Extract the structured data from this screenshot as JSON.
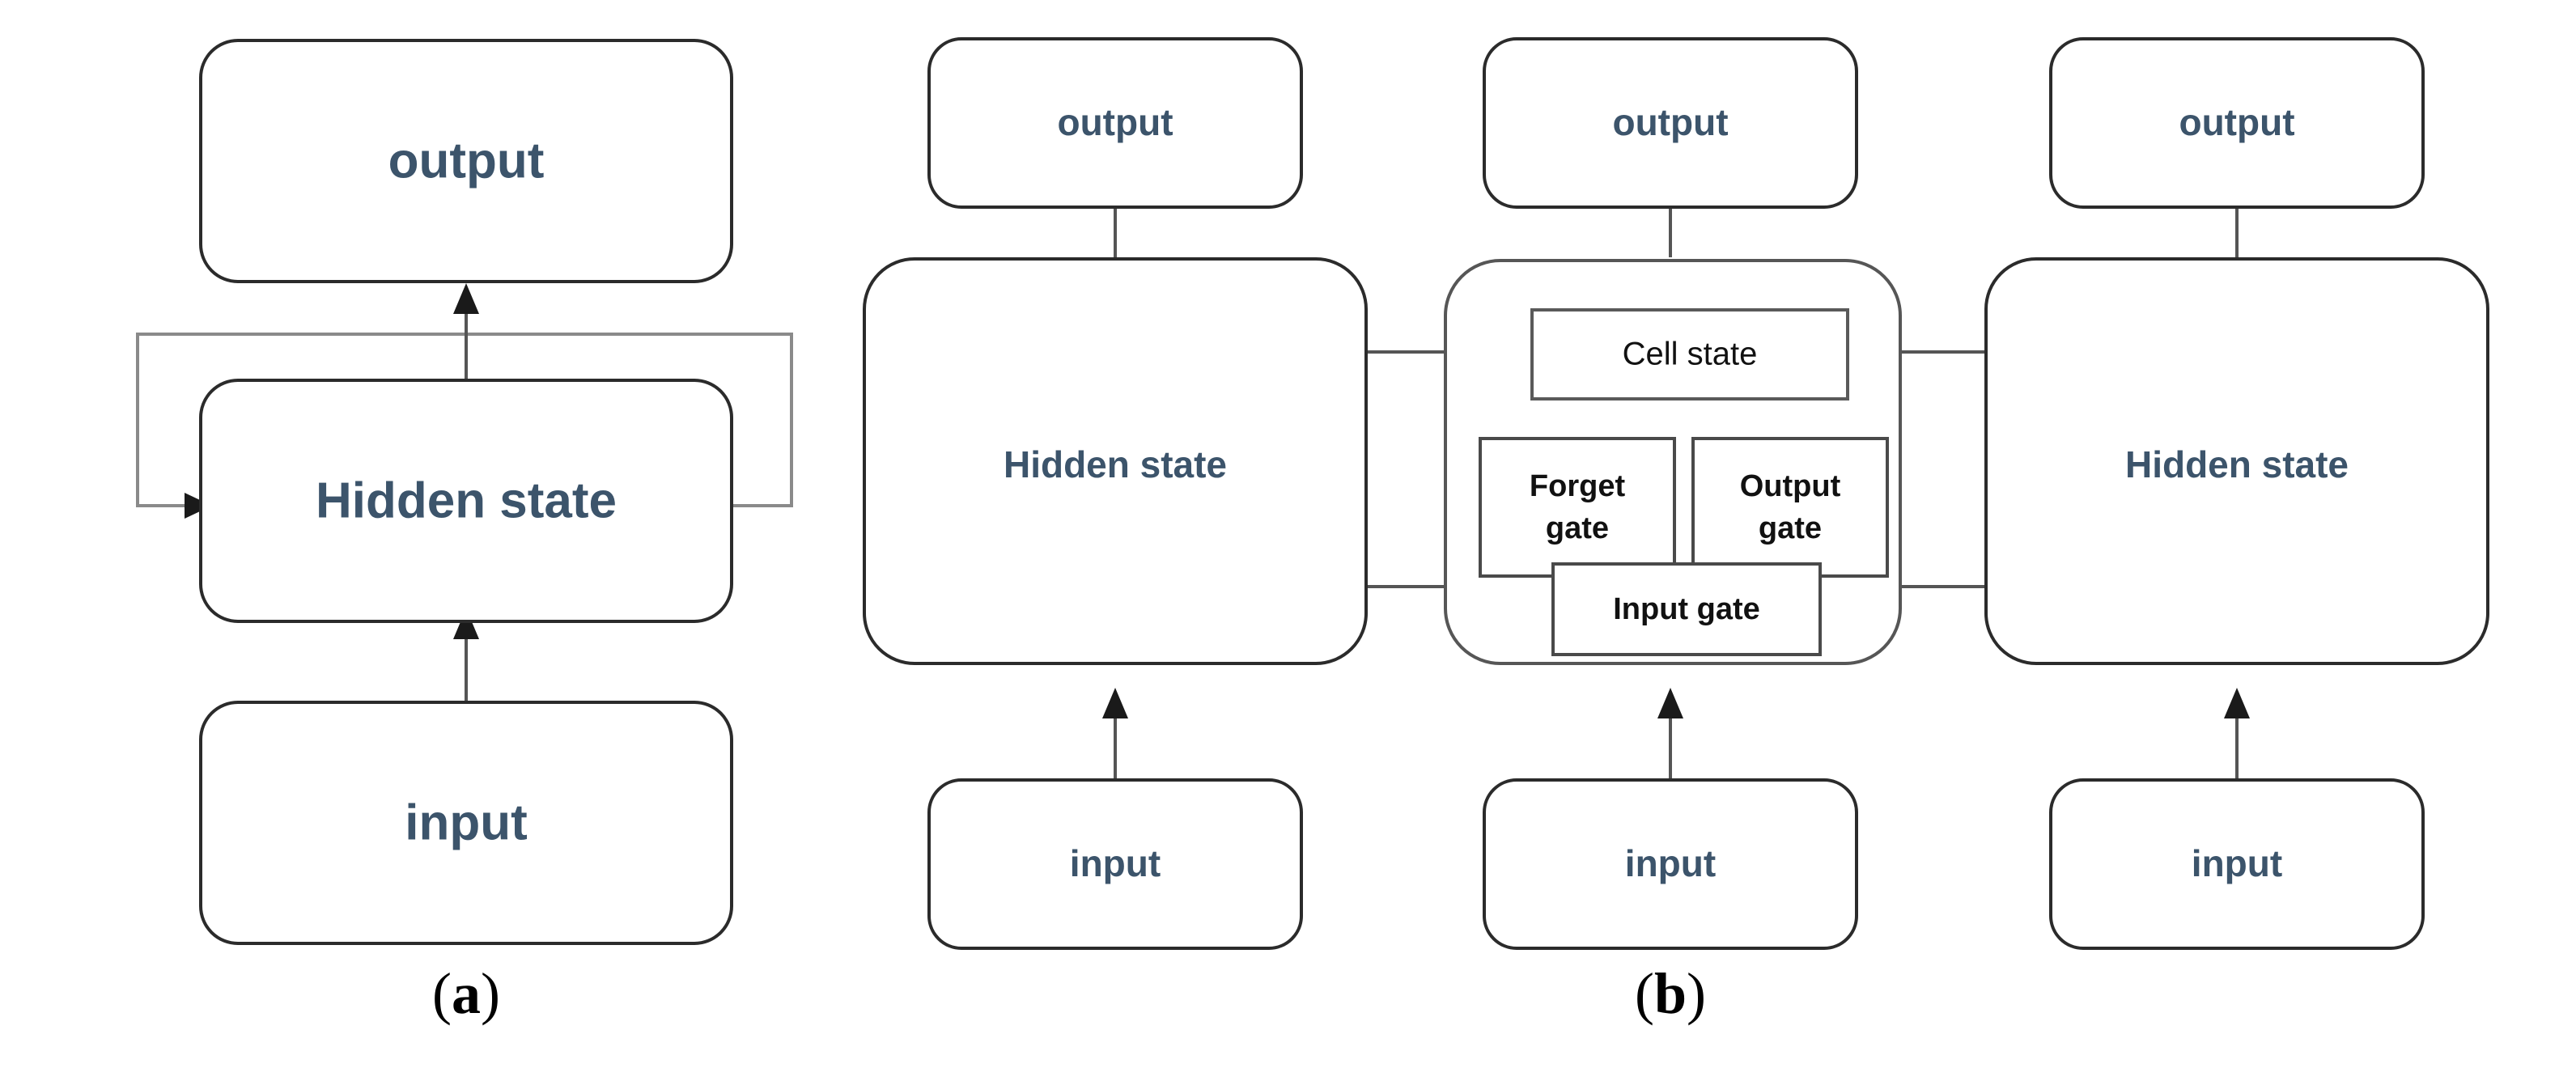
{
  "figure": {
    "type": "diagram",
    "description": "Schematic comparison of a recurrent neural network cell and an LSTM cell",
    "background_color": "#ffffff",
    "label_color": "#3c546b",
    "gate_text_color": "#111111",
    "connector_color": "#555555",
    "box_stroke_color": "#2b2b2b"
  },
  "panels": [
    {
      "id": "a",
      "caption_open": "(",
      "caption_letter": "a",
      "caption_close": ")",
      "nodes": [
        {
          "id": "a-output",
          "label": "output"
        },
        {
          "id": "a-hidden-state",
          "label": "Hidden state"
        },
        {
          "id": "a-input",
          "label": "input"
        }
      ],
      "edges": [
        {
          "from": "a-input",
          "to": "a-hidden-state",
          "kind": "arrow-up"
        },
        {
          "from": "a-hidden-state",
          "to": "a-output",
          "kind": "arrow-up"
        },
        {
          "from": "a-hidden-state",
          "to": "a-hidden-state",
          "kind": "recurrent-loop"
        }
      ]
    },
    {
      "id": "b",
      "caption_open": "(",
      "caption_letter": "b",
      "caption_close": ")",
      "columns": [
        {
          "id": "b-col-1",
          "output_label": "output",
          "body_type": "hidden-state",
          "body_label": "Hidden state",
          "input_label": "input"
        },
        {
          "id": "b-col-2",
          "output_label": "output",
          "body_type": "lstm-cell",
          "input_label": "input",
          "inner_boxes": [
            {
              "id": "cell-state",
              "label": "Cell state",
              "lines": [
                "Cell state"
              ]
            },
            {
              "id": "forget-gate",
              "label": "Forget gate",
              "lines": [
                "Forget",
                "gate"
              ]
            },
            {
              "id": "output-gate",
              "label": "Output gate",
              "lines": [
                "Output",
                "gate"
              ]
            },
            {
              "id": "input-gate",
              "label": "Input gate",
              "lines": [
                "Input gate"
              ]
            }
          ]
        },
        {
          "id": "b-col-3",
          "output_label": "output",
          "body_type": "hidden-state",
          "body_label": "Hidden state",
          "input_label": "input"
        }
      ],
      "edges": [
        {
          "from": "b-col-1-hidden",
          "to": "b-col-2-cell-state",
          "kind": "arrow-right"
        },
        {
          "from": "b-col-1-hidden",
          "to": "b-col-2-cell",
          "kind": "line-right"
        },
        {
          "from": "b-col-2-cell",
          "to": "b-col-3-hidden",
          "kind": "line-right"
        }
      ]
    }
  ]
}
